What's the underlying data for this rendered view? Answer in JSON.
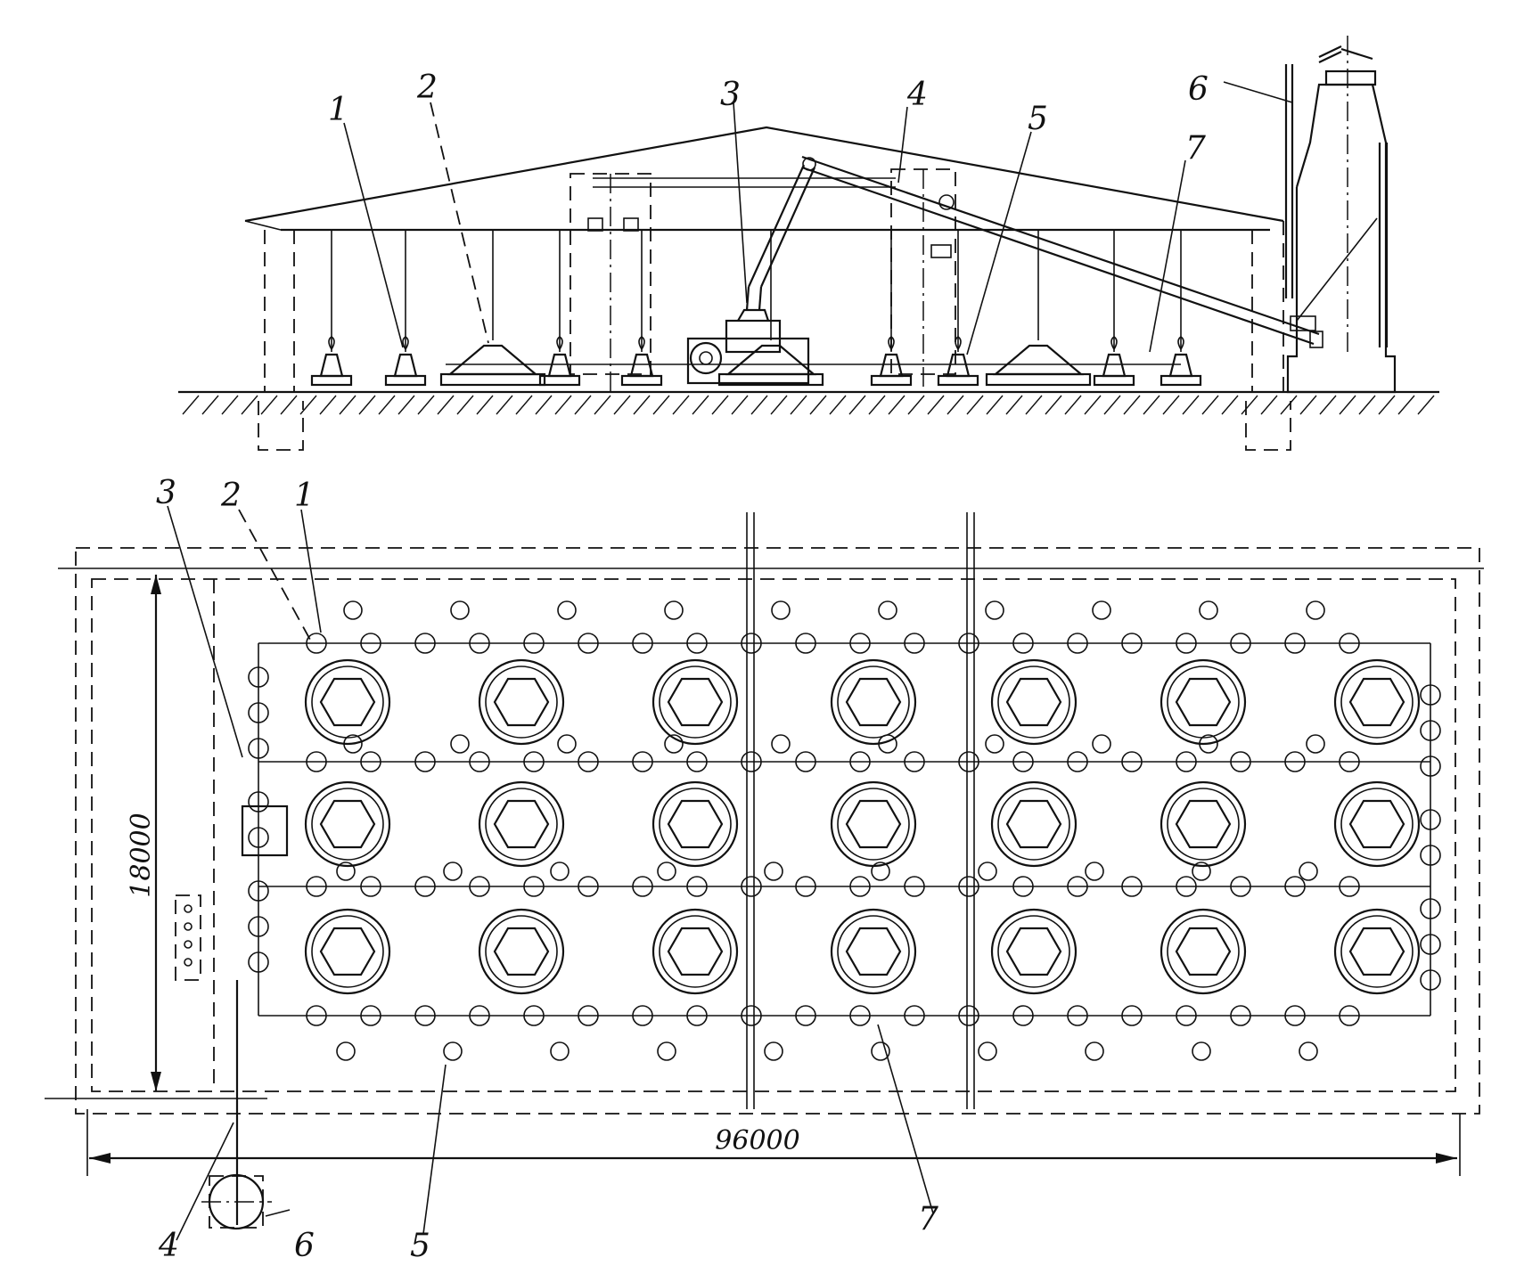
{
  "elevation": {
    "callouts": [
      "1",
      "2",
      "3",
      "4",
      "5",
      "6",
      "7"
    ]
  },
  "plan": {
    "callouts": [
      "3",
      "2",
      "1",
      "4",
      "6",
      "5",
      "7"
    ],
    "dimension_width": "18000",
    "dimension_length": "96000"
  }
}
